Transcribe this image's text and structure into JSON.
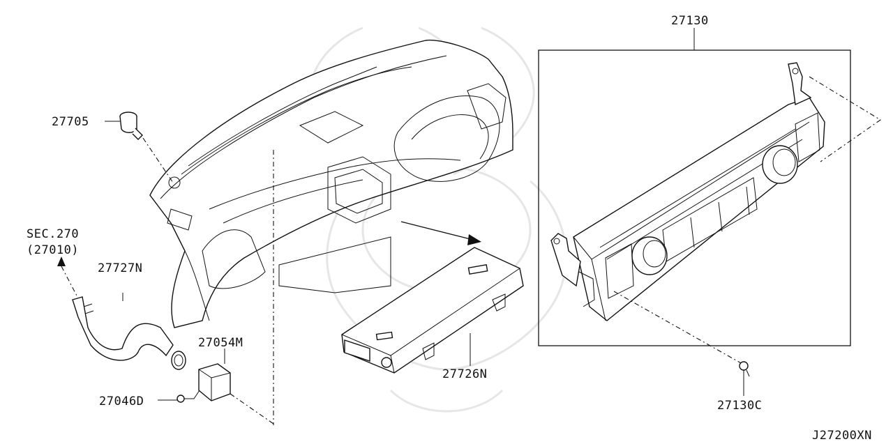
{
  "labels": {
    "p27705": "27705",
    "sec": "SEC.270",
    "sec_ref": "(27010)",
    "p27727n": "27727N",
    "p27054m": "27054M",
    "p27046d": "27046D",
    "p27726n": "27726N",
    "p27130": "27130",
    "p27130c": "27130C",
    "drawing_id": "J27200XN"
  }
}
